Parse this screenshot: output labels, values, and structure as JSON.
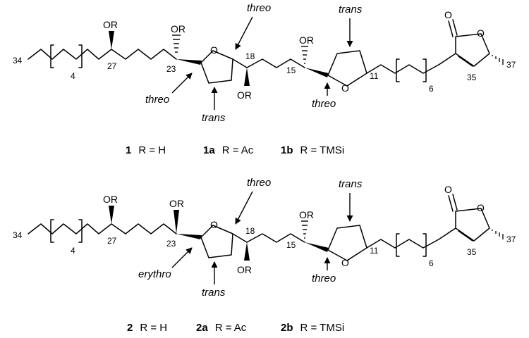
{
  "structures": [
    {
      "substituent": "OR",
      "ring_oxygen": "O",
      "carbonyl_oxygen": "O",
      "positions": [
        "34",
        "27",
        "23",
        "18",
        "15",
        "11",
        "35",
        "37"
      ],
      "bracket_repeats": [
        "4",
        "6"
      ],
      "stereo_labels": [
        "threo",
        "threo",
        "trans",
        "threo",
        "trans"
      ],
      "caption": [
        {
          "bold": "1",
          "text": "R = H"
        },
        {
          "bold": "1a",
          "text": "R = Ac"
        },
        {
          "bold": "1b",
          "text": "R = TMSi"
        }
      ]
    },
    {
      "substituent": "OR",
      "ring_oxygen": "O",
      "carbonyl_oxygen": "O",
      "positions": [
        "34",
        "27",
        "23",
        "18",
        "15",
        "11",
        "35",
        "37"
      ],
      "bracket_repeats": [
        "4",
        "6"
      ],
      "stereo_labels": [
        "threo",
        "erythro",
        "trans",
        "threo",
        "trans"
      ],
      "caption": [
        {
          "bold": "2",
          "text": "R = H"
        },
        {
          "bold": "2a",
          "text": "R  =  Ac"
        },
        {
          "bold": "2b",
          "text": "R = TMSi"
        }
      ]
    }
  ]
}
